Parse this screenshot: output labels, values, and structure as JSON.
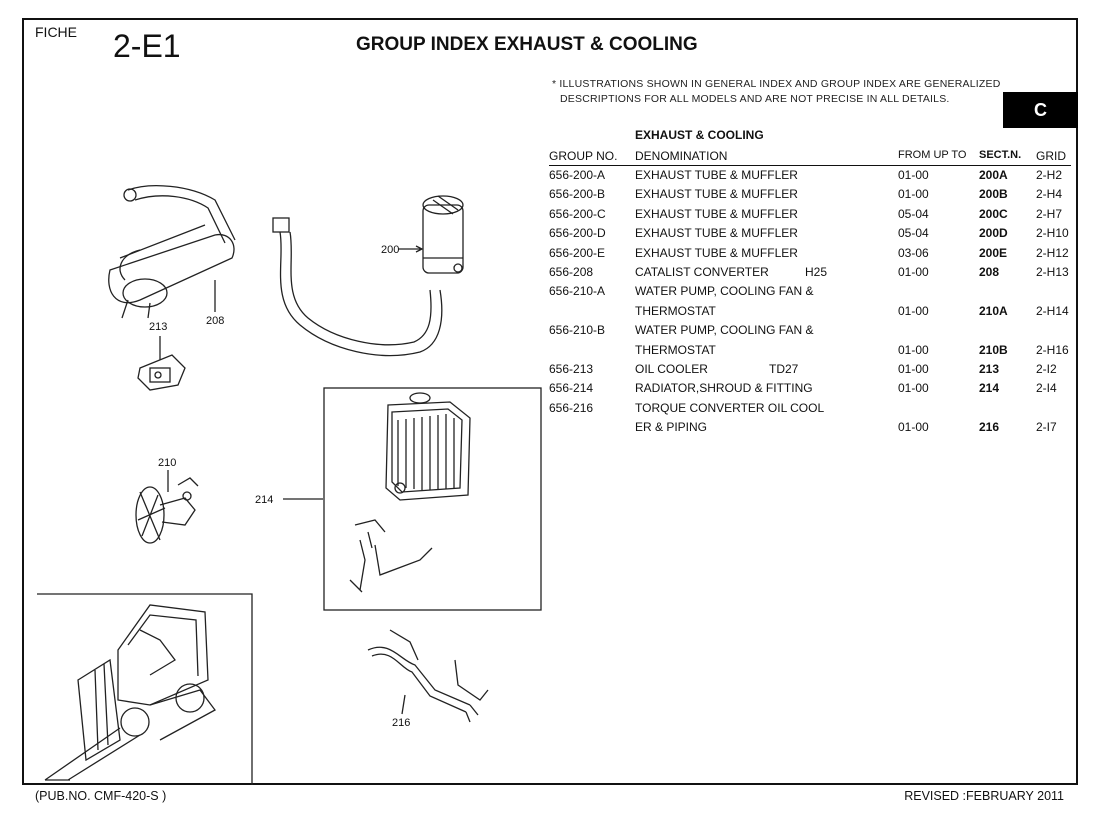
{
  "header": {
    "fiche_label": "FICHE",
    "fiche_code": "2-E1",
    "title": "GROUP INDEX EXHAUST & COOLING",
    "note_line1": "* ILLUSTRATIONS SHOWN IN GENERAL INDEX AND GROUP INDEX ARE GENERALIZED",
    "note_line2": "DESCRIPTIONS FOR ALL MODELS AND ARE NOT PRECISE IN ALL DETAILS.",
    "tab": "C"
  },
  "table": {
    "section_heading": "EXHAUST & COOLING",
    "columns": [
      "GROUP NO.",
      "DENOMINATION",
      "FROM UP TO",
      "SECT.N.",
      "GRID"
    ],
    "rows": [
      {
        "group": "656-200-A",
        "denomination": "EXHAUST TUBE & MUFFLER",
        "extra": "",
        "from": "01-00",
        "sect": "200A",
        "grid": "2-H2"
      },
      {
        "group": "656-200-B",
        "denomination": "EXHAUST TUBE & MUFFLER",
        "extra": "",
        "from": "01-00",
        "sect": "200B",
        "grid": "2-H4"
      },
      {
        "group": "656-200-C",
        "denomination": "EXHAUST TUBE & MUFFLER",
        "extra": "",
        "from": "05-04",
        "sect": "200C",
        "grid": "2-H7"
      },
      {
        "group": "656-200-D",
        "denomination": "EXHAUST TUBE & MUFFLER",
        "extra": "",
        "from": "05-04",
        "sect": "200D",
        "grid": "2-H10"
      },
      {
        "group": "656-200-E",
        "denomination": "EXHAUST TUBE & MUFFLER",
        "extra": "",
        "from": "03-06",
        "sect": "200E",
        "grid": "2-H12"
      },
      {
        "group": "656-208",
        "denomination": "CATALIST CONVERTER",
        "extra": "H25",
        "from": "01-00",
        "sect": "208",
        "grid": "2-H13"
      },
      {
        "group": "656-210-A",
        "denomination": "WATER PUMP, COOLING FAN &",
        "extra": "",
        "from": "",
        "sect": "",
        "grid": ""
      },
      {
        "group": "",
        "denomination": "THERMOSTAT",
        "extra": "",
        "from": "01-00",
        "sect": "210A",
        "grid": "2-H14"
      },
      {
        "group": "656-210-B",
        "denomination": "WATER PUMP, COOLING FAN &",
        "extra": "",
        "from": "",
        "sect": "",
        "grid": ""
      },
      {
        "group": "",
        "denomination": "THERMOSTAT",
        "extra": "",
        "from": "01-00",
        "sect": "210B",
        "grid": "2-H16"
      },
      {
        "group": "656-213",
        "denomination": "OIL COOLER",
        "extra": "TD27",
        "from": "01-00",
        "sect": "213",
        "grid": "2-I2"
      },
      {
        "group": "656-214",
        "denomination": "RADIATOR,SHROUD & FITTING",
        "extra": "",
        "from": "01-00",
        "sect": "214",
        "grid": "2-I4"
      },
      {
        "group": "656-216",
        "denomination": "TORQUE CONVERTER OIL COOL",
        "extra": "",
        "from": "",
        "sect": "",
        "grid": ""
      },
      {
        "group": "",
        "denomination": "ER & PIPING",
        "extra": "",
        "from": "01-00",
        "sect": "216",
        "grid": "2-I7"
      }
    ]
  },
  "callouts": {
    "c200": "200",
    "c208": "208",
    "c213": "213",
    "c210": "210",
    "c214": "214",
    "c216": "216"
  },
  "footer": {
    "pub": "(PUB.NO. CMF-420-S )",
    "revised": "REVISED :FEBRUARY 2011"
  }
}
